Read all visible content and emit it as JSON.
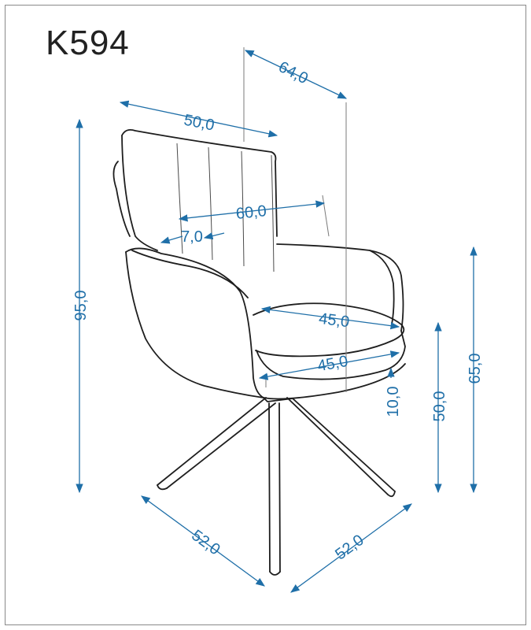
{
  "model": "K594",
  "colors": {
    "dimension": "#1f6fa8",
    "outline": "#1e1e1e",
    "frame": "#8a8a8a"
  },
  "dimensions": {
    "overall_depth": "64,0",
    "backrest_width": "50,0",
    "backrest_width_2": "60,0",
    "armrest_thickness": "7,0",
    "height_total": "95,0",
    "seat_depth": "45,0",
    "seat_width": "45,0",
    "seat_thickness": "10,0",
    "seat_height": "50,0",
    "armrest_height": "65,0",
    "base_left": "52,0",
    "base_right": "52,0"
  }
}
